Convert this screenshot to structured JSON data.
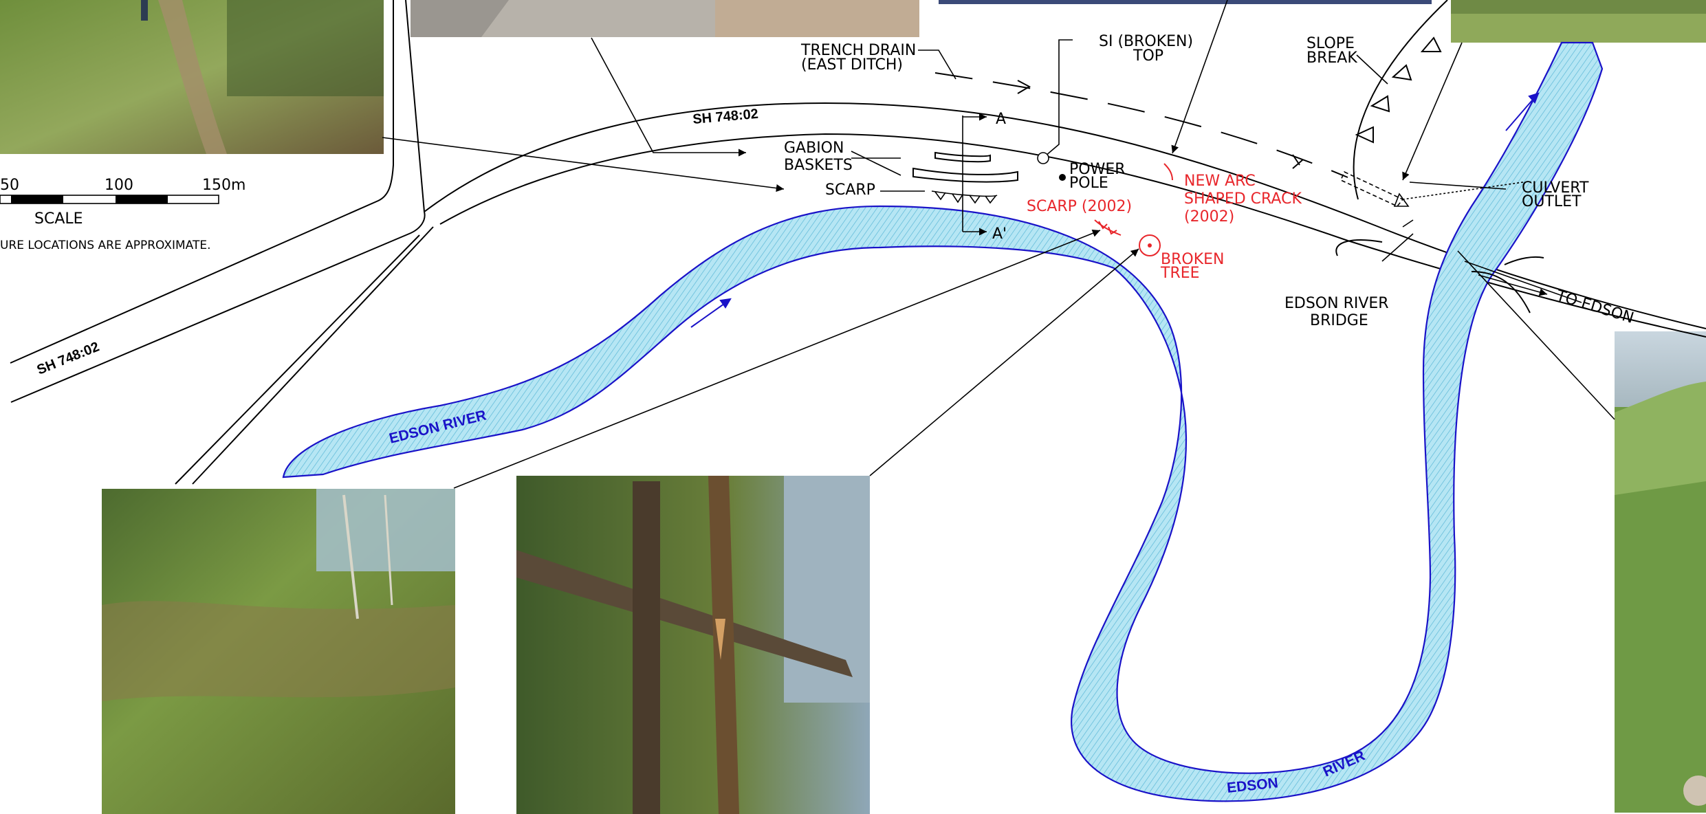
{
  "road": {
    "name_west": "SH 748:02",
    "name_north": "SH 748:02"
  },
  "river": {
    "name_west": "EDSON  RIVER",
    "name_south_1": "EDSON",
    "name_south_2": "RIVER"
  },
  "labels": {
    "trench_drain_1": "TRENCH DRAIN",
    "trench_drain_2": "(EAST  DITCH)",
    "si_1": "SI  (BROKEN)",
    "si_2": "TOP",
    "slope_break_1": "SLOPE",
    "slope_break_2": "BREAK",
    "gabion_1": "GABION",
    "gabion_2": "BASKETS",
    "scarp": "SCARP",
    "section_a": "A",
    "section_a_prime": "A'",
    "power_pole_1": "POWER",
    "power_pole_2": "POLE",
    "culvert_1": "CULVERT",
    "culvert_2": "OUTLET",
    "bridge_1": "EDSON  RIVER",
    "bridge_2": "BRIDGE",
    "to_edson": "TO  EDSON"
  },
  "red_labels": {
    "scarp_2002": "SCARP  (2002)",
    "arc_crack_1": "NEW  ARC",
    "arc_crack_2": "SHAPED  CRACK",
    "arc_crack_3": "(2002)",
    "broken_tree_1": "BROKEN",
    "broken_tree_2": "TREE"
  },
  "scale": {
    "tick_1": "50",
    "tick_2": "100",
    "tick_3": "150m",
    "caption": "SCALE"
  },
  "note": "URE  LOCATIONS  ARE  APPROXIMATE.",
  "colors": {
    "river_fill": "#b3e4f2",
    "river_edge": "#1a12c8",
    "annotation_red": "#e8262b"
  }
}
